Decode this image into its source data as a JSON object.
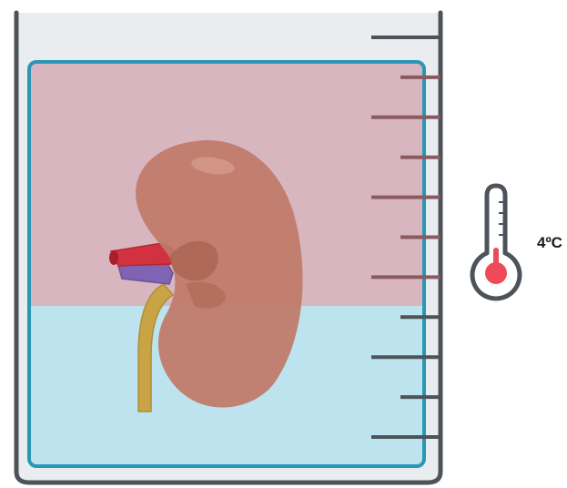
{
  "thermometer": {
    "label": "4ºC",
    "icon": "thermometer-icon"
  },
  "beaker": {
    "icon": "beaker-icon",
    "graduation_count": 11
  },
  "organ": {
    "icon": "kidney-icon",
    "vessels": [
      "renal-artery",
      "renal-vein",
      "ureter"
    ]
  },
  "colors": {
    "beaker_outline": "#4d5359",
    "beaker_glass": "#e9edf0",
    "inner_container_border": "#2a97b5",
    "preservation_solution_upper": "#d8b6bf",
    "preservation_solution_lower": "#bde3ee",
    "kidney": "#c07a68",
    "kidney_shadow": "#a9624f",
    "artery": "#d2323f",
    "vein": "#7e64b3",
    "ureter": "#c9a446",
    "thermometer_bulb": "#ef4a5a",
    "thermometer_outline": "#4d5359"
  }
}
